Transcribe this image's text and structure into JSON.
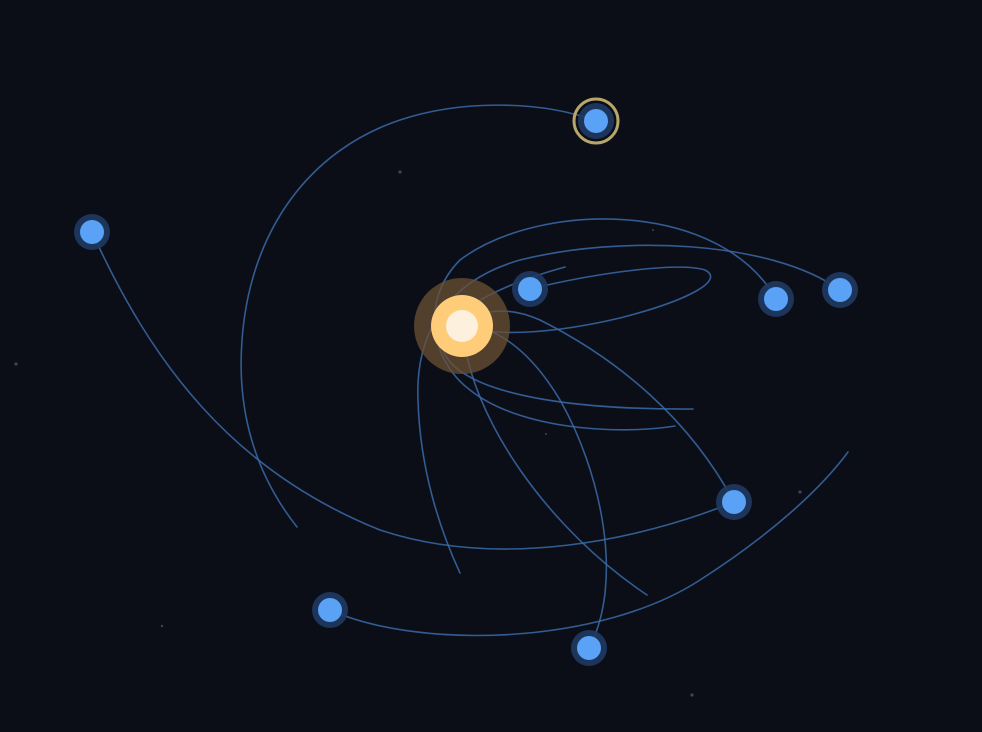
{
  "colors": {
    "background": "#0b0e17",
    "trail": "#3a6aa8",
    "planet": "#5aa2f5",
    "planet_halo": "#1f3a62",
    "star_outer_glow": "#6b5034",
    "star_body": "#ffcc7a",
    "star_core": "#fdf0dc",
    "selection_ring": "#b7a66a",
    "dust": "#3b4658"
  },
  "star": {
    "name": "star"
  },
  "planets": [
    {
      "id": "planet-1",
      "selected": true
    },
    {
      "id": "planet-2",
      "selected": false
    },
    {
      "id": "planet-3",
      "selected": false
    },
    {
      "id": "planet-4",
      "selected": false
    },
    {
      "id": "planet-5",
      "selected": false
    },
    {
      "id": "planet-6",
      "selected": false
    },
    {
      "id": "planet-7",
      "selected": false
    },
    {
      "id": "planet-8",
      "selected": false
    },
    {
      "id": "planet-9",
      "selected": false
    }
  ]
}
